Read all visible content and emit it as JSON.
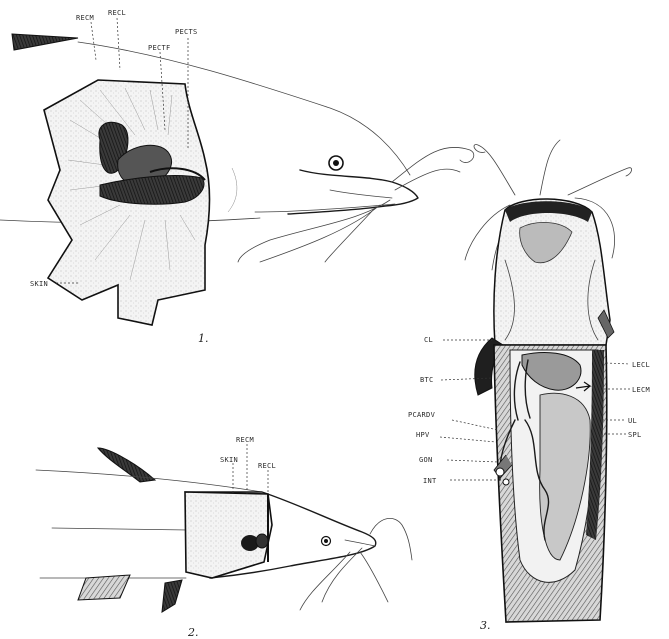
{
  "figure_numbers": {
    "fig1": "1.",
    "fig2": "2.",
    "fig3": "3."
  },
  "labels": {
    "fig1": {
      "recm": "RECM",
      "recl": "RECL",
      "pectf": "PECTF",
      "pects": "PECTS",
      "skin": "SKIN"
    },
    "fig2": {
      "recm": "RECM",
      "skin": "SKIN",
      "recl": "RECL"
    },
    "fig3": {
      "cl": "CL",
      "btc": "BTC",
      "pcardv": "PCARDV",
      "hpv": "HPV",
      "gon": "GON",
      "int": "INT",
      "lecl": "LECL",
      "lecm": "LECM",
      "ul": "UL",
      "spl": "SPL"
    }
  }
}
